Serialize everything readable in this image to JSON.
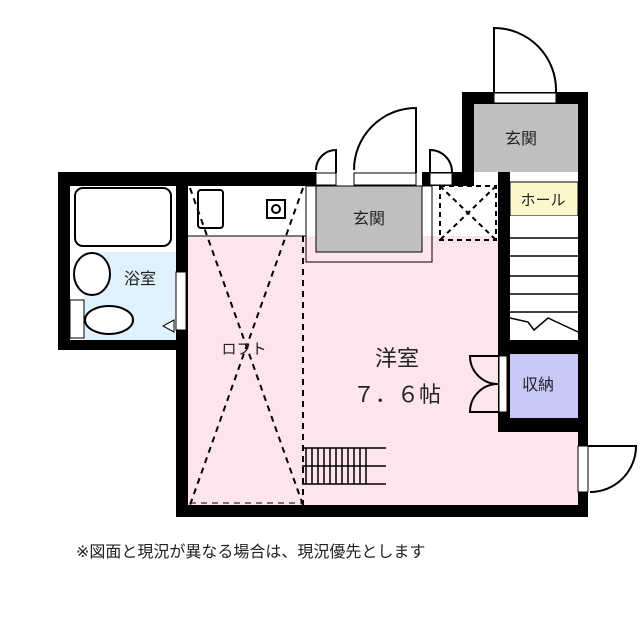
{
  "floorplan": {
    "rooms": {
      "bath": {
        "label": "浴室",
        "color": "#dff2fc"
      },
      "entrance_main": {
        "label": "玄関",
        "color": "#c0c0c0"
      },
      "entrance_upper": {
        "label": "玄関",
        "color": "#c0c0c0"
      },
      "hall": {
        "label": "ホール",
        "color": "#fdf8cc"
      },
      "loft": {
        "label": "ロフト"
      },
      "western_room": {
        "label": "洋室",
        "size": "７．６帖",
        "color": "#fde4ee"
      },
      "storage": {
        "label": "収納",
        "color": "#c7c7f8"
      }
    },
    "colors": {
      "wall": "#000000",
      "room": "#fde4ee"
    }
  },
  "note": "※図面と現況が異なる場合は、現況優先とします"
}
